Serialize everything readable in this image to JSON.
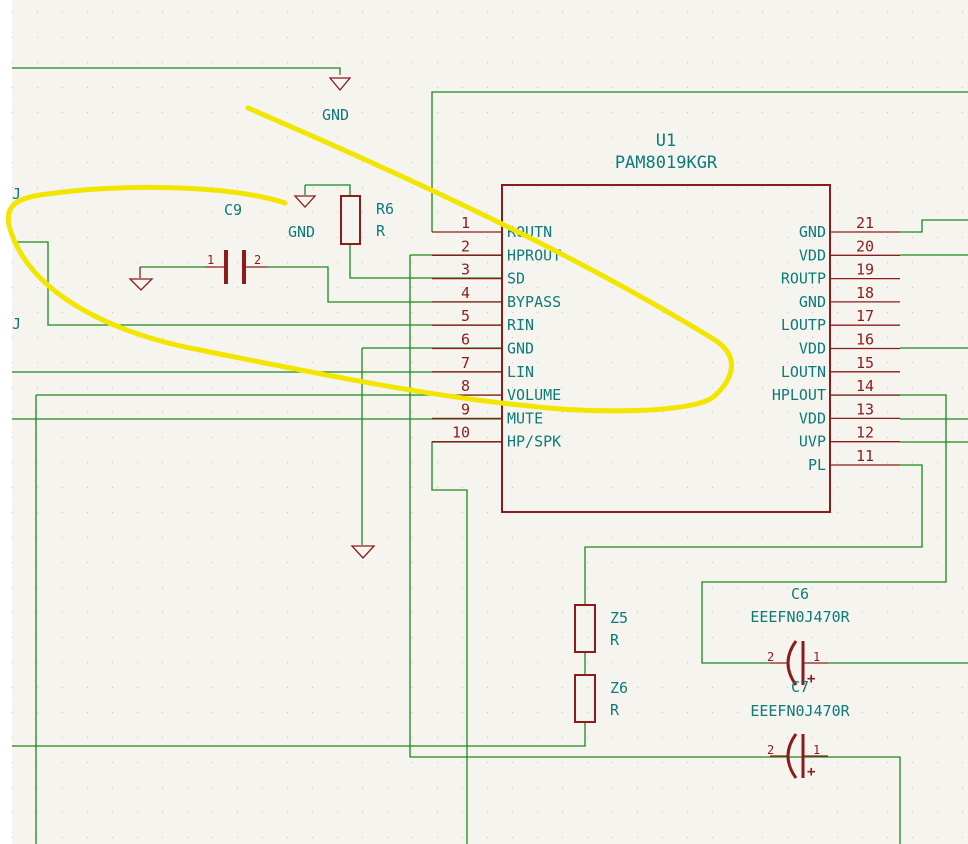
{
  "u1": {
    "ref": "U1",
    "value": "PAM8019KGR",
    "left_pins": [
      {
        "num": "1",
        "name": "ROUTN"
      },
      {
        "num": "2",
        "name": "HPROUT"
      },
      {
        "num": "3",
        "name": "SD"
      },
      {
        "num": "4",
        "name": "BYPASS"
      },
      {
        "num": "5",
        "name": "RIN"
      },
      {
        "num": "6",
        "name": "GND"
      },
      {
        "num": "7",
        "name": "LIN"
      },
      {
        "num": "8",
        "name": "VOLUME"
      },
      {
        "num": "9",
        "name": "MUTE"
      },
      {
        "num": "10",
        "name": "HP/SPK"
      }
    ],
    "right_pins": [
      {
        "num": "21",
        "name": "GND"
      },
      {
        "num": "20",
        "name": "VDD"
      },
      {
        "num": "19",
        "name": "ROUTP"
      },
      {
        "num": "18",
        "name": "GND"
      },
      {
        "num": "17",
        "name": "LOUTP"
      },
      {
        "num": "16",
        "name": "VDD"
      },
      {
        "num": "15",
        "name": "LOUTN"
      },
      {
        "num": "14",
        "name": "HPLOUT"
      },
      {
        "num": "13",
        "name": "VDD"
      },
      {
        "num": "12",
        "name": "UVP"
      },
      {
        "num": "11",
        "name": "PL"
      }
    ]
  },
  "labels": {
    "gnd_top": "GND",
    "gnd_left": "GND",
    "c9_ref": "C9",
    "c9_pin1": "1",
    "c9_pin2": "2",
    "r6_ref": "R6",
    "r6_value": "R",
    "z5_ref": "Z5",
    "z5_value": "R",
    "z6_ref": "Z6",
    "z6_value": "R",
    "c6_ref": "C6",
    "c6_value": "EEEFN0J470R",
    "c6_pin1": "1",
    "c6_pin2": "2",
    "c7_ref": "C7",
    "c7_value": "EEEFN0J470R",
    "c7_pin1": "1",
    "c7_pin2": "2",
    "edge_j1": "J",
    "edge_j2": "J",
    "plus": "+"
  },
  "colors": {
    "background": "#f5f4ef",
    "wire": "#1a8a1a",
    "component": "#8c1c1c",
    "text": "#0f7a7a",
    "highlight": "#f2e600"
  }
}
